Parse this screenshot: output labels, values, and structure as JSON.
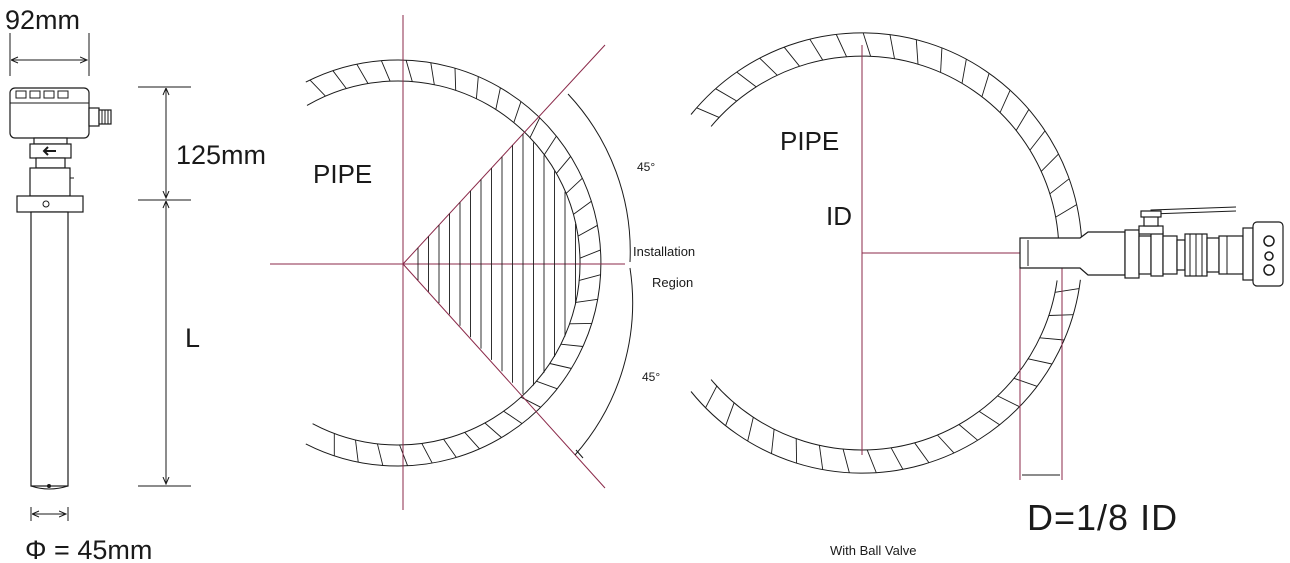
{
  "sensor": {
    "head_width": "92mm",
    "top_height": "125mm",
    "length": "L",
    "diameter": "Φ = 45mm"
  },
  "region": {
    "pipe_label": "PIPE",
    "angle_top": "45°",
    "angle_bottom": "45°",
    "region_line1": "Installation",
    "region_line2": "Region"
  },
  "valve": {
    "pipe_label": "PIPE",
    "id_label": "ID",
    "depth_label": "D=1/8 ID",
    "caption": "With Ball Valve"
  }
}
